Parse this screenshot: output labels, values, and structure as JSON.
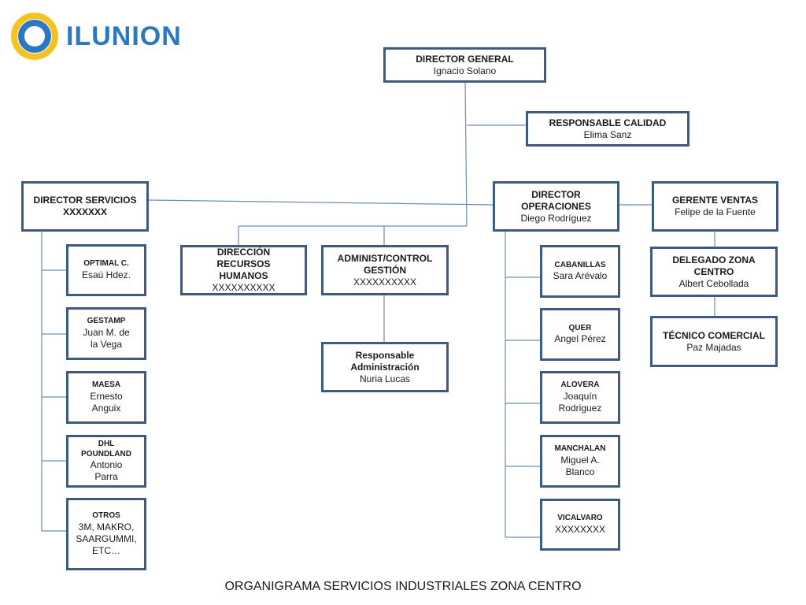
{
  "logo": {
    "text": "ILUNION",
    "colors": {
      "ring_outer": "#f5c31f",
      "ring_inner": "#2b78c2",
      "text": "#2b78c2"
    }
  },
  "colors": {
    "box_border": "#3d5a80",
    "connector": "#6f8db3"
  },
  "director_general": {
    "title": "DIRECTOR GENERAL",
    "name": "Ignacio Solano"
  },
  "responsable_calidad": {
    "title": "RESPONSABLE CALIDAD",
    "name": "Elima Sanz"
  },
  "director_servicios": {
    "title": "DIRECTOR SERVICIOS",
    "name": "XXXXXXX"
  },
  "direccion_rrhh": {
    "title": "DIRECCIÓN RECURSOS HUMANOS",
    "name": "XXXXXXXXXX"
  },
  "administ_control": {
    "title": "ADMINIST/CONTROL GESTIÓN",
    "name": "XXXXXXXXXX"
  },
  "responsable_administracion": {
    "title": "Responsable Administración",
    "name": "Nuria Lucas"
  },
  "director_operaciones": {
    "title": "DIRECTOR OPERACIONES",
    "name": "Diego Rodríguez"
  },
  "gerente_ventas": {
    "title": "GERENTE VENTAS",
    "name": "Felipe de la Fuente"
  },
  "delegado_zona": {
    "title": "DELEGADO ZONA CENTRO",
    "name": "Albert Cebollada"
  },
  "tecnico_comercial": {
    "title": "TÉCNICO COMERCIAL",
    "name": "Paz Majadas"
  },
  "servicios_clients": [
    {
      "title": "OPTIMAL C.",
      "name": "Esaú Hdez."
    },
    {
      "title": "GESTAMP",
      "name": "Juan M. de la Vega"
    },
    {
      "title": "MAESA",
      "name": "Ernesto Anguix"
    },
    {
      "title": "DHL POUNDLAND",
      "name": "Antonio Parra"
    },
    {
      "title": "OTROS",
      "name": "3M, MAKRO, SAARGUMMI, ETC…"
    }
  ],
  "operaciones_clients": [
    {
      "title": "CABANILLAS",
      "name": "Sara Arévalo"
    },
    {
      "title": "QUER",
      "name": "Angel Pérez"
    },
    {
      "title": "ALOVERA",
      "name": "Joaquín Rodriguez"
    },
    {
      "title": "MANCHALAN",
      "name": "Miguel A. Blanco"
    },
    {
      "title": "VICALVARO",
      "name": "XXXXXXXX"
    }
  ],
  "footer": "ORGANIGRAMA SERVICIOS INDUSTRIALES ZONA CENTRO"
}
